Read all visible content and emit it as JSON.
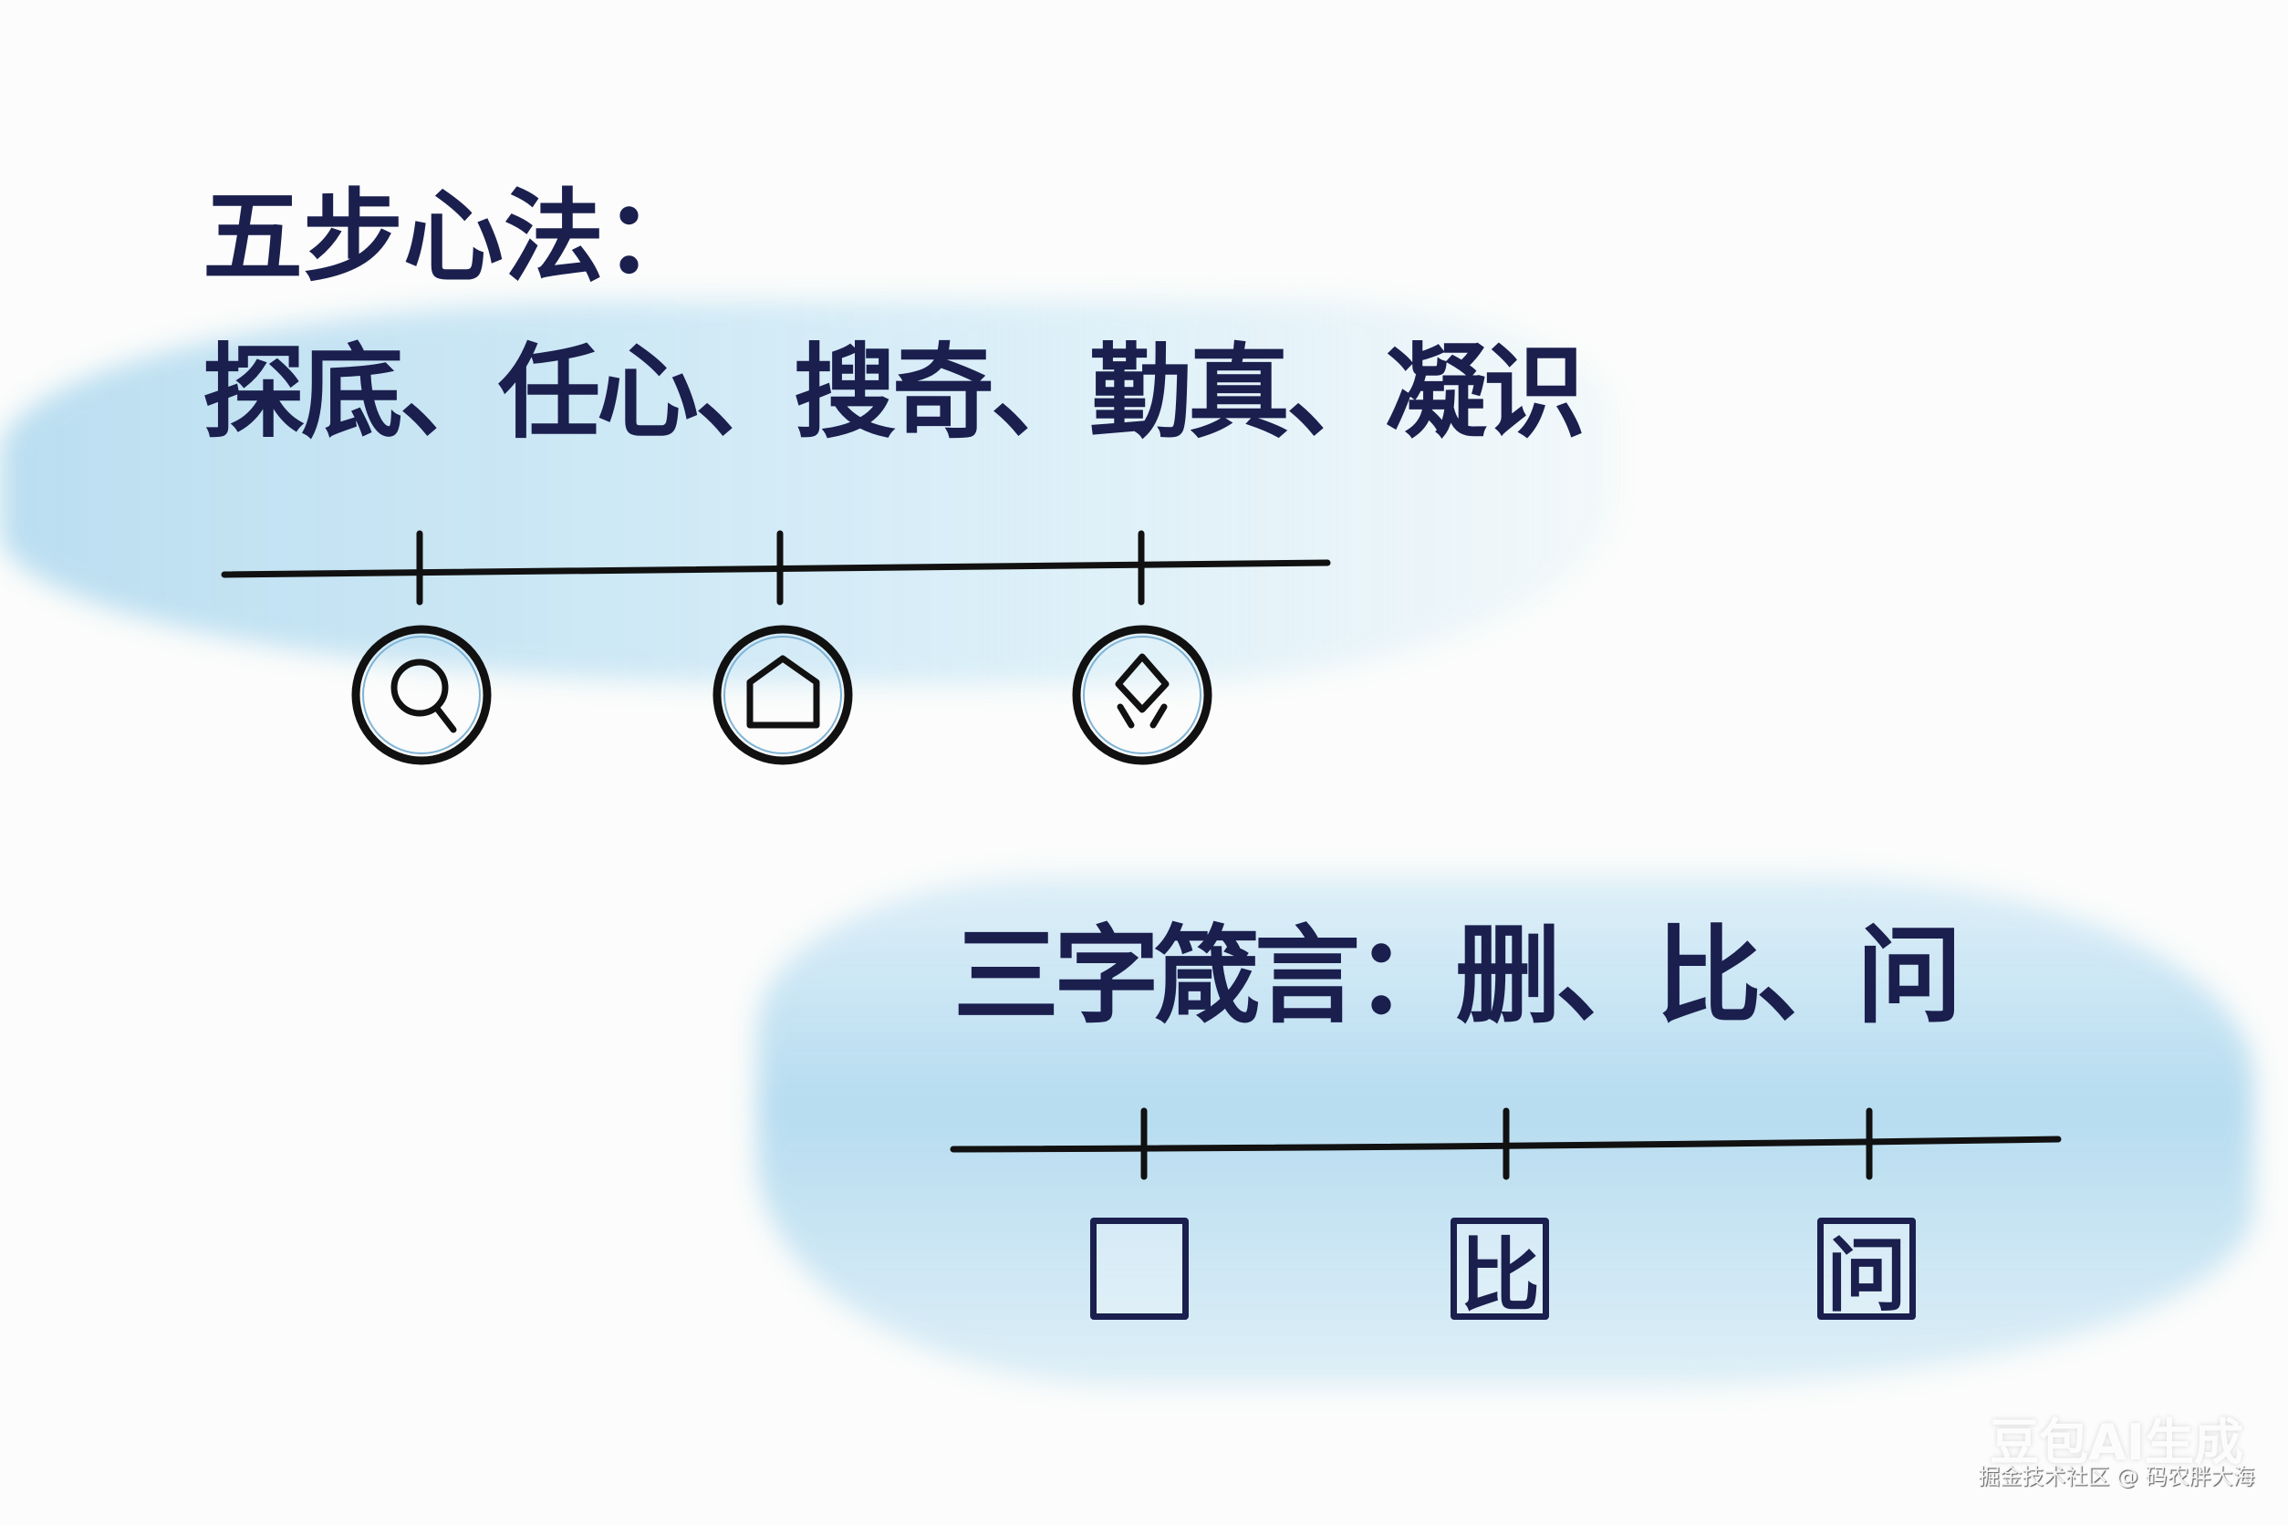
{
  "section1": {
    "title": "五步心法：",
    "steps": "探底、任心、搜奇、勤真、凝识",
    "icons": [
      "search-icon",
      "house-icon",
      "diamond-icon"
    ]
  },
  "section2": {
    "title": "三字箴言：删、比、问",
    "boxes": [
      "",
      "比",
      "问"
    ]
  },
  "colors": {
    "ink": "#1a1f4e",
    "wash": "#a9d6ee"
  },
  "watermark": {
    "main": "豆包AI生成",
    "sub": "掘金技术社区 @ 码农胖大海"
  }
}
